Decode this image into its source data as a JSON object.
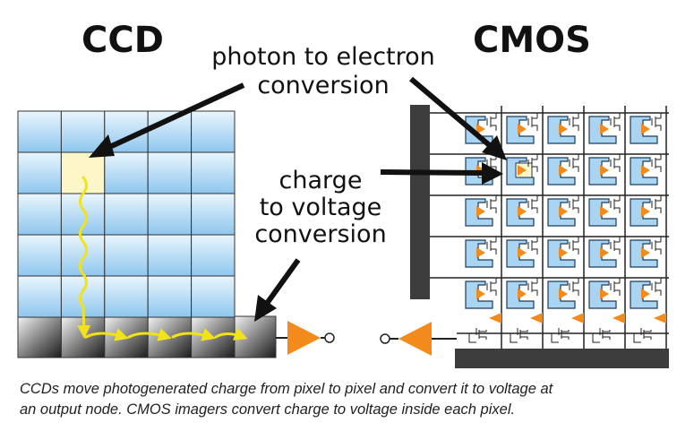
{
  "titles": {
    "ccd": "CCD",
    "cmos": "CMOS"
  },
  "callouts": {
    "photon": [
      "photon to electron",
      "conversion"
    ],
    "charge": [
      "charge",
      "to voltage",
      "conversion"
    ]
  },
  "caption": {
    "line1": "CCDs move photogenerated charge from pixel to pixel and convert it to voltage at",
    "line2": "an output node. CMOS imagers convert charge to voltage inside each pixel."
  },
  "colors": {
    "pixel_light": "#eaf6fd",
    "pixel_dark": "#8ec6ee",
    "highlight_pixel": "#fdf6c8",
    "transfer_arrow": "#f2e21a",
    "amplifier": "#f28a1c",
    "cmos_photodiode": "#a9d4f2",
    "bus_bar": "#3c3c3c"
  }
}
